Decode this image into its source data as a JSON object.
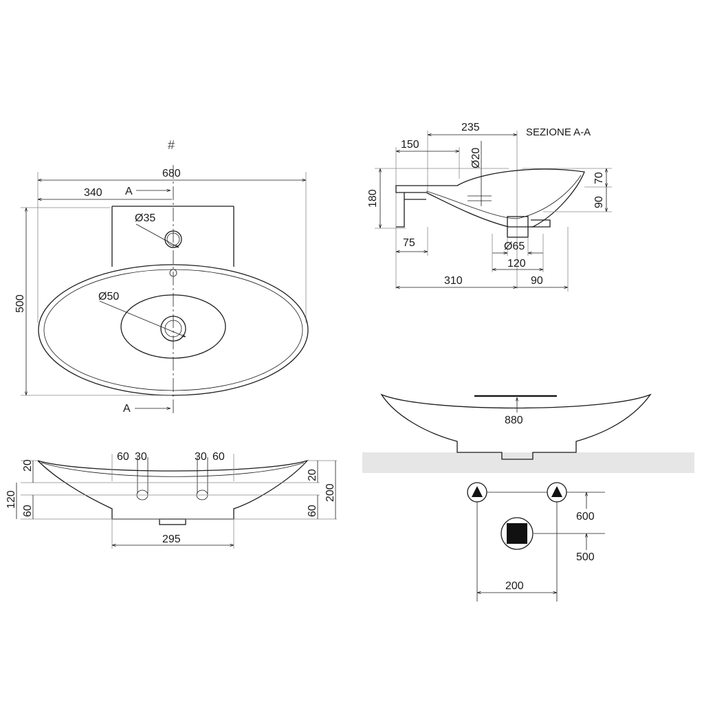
{
  "hash_mark": "#",
  "section_title": "SEZIONE A-A",
  "section_marker": "A",
  "top_view": {
    "overall_width": "680",
    "half_width": "340",
    "depth": "500",
    "tap_hole": "Ø35",
    "drain": "Ø50"
  },
  "section_view": {
    "d235": "235",
    "d150": "150",
    "d20": "Ø20",
    "d180": "180",
    "d70": "70",
    "d90v": "90",
    "d75": "75",
    "d65": "Ø65",
    "d120": "120",
    "d310": "310",
    "d90h": "90"
  },
  "front_view": {
    "l60a": "60",
    "l30a": "30",
    "r30a": "30",
    "r60a": "60",
    "left20": "20",
    "left120": "120",
    "left60": "60",
    "right20": "20",
    "right60": "60",
    "right200": "200",
    "bottom295": "295"
  },
  "wall_view": {
    "d880": "880"
  },
  "install_view": {
    "d600": "600",
    "d500": "500",
    "d200": "200"
  }
}
